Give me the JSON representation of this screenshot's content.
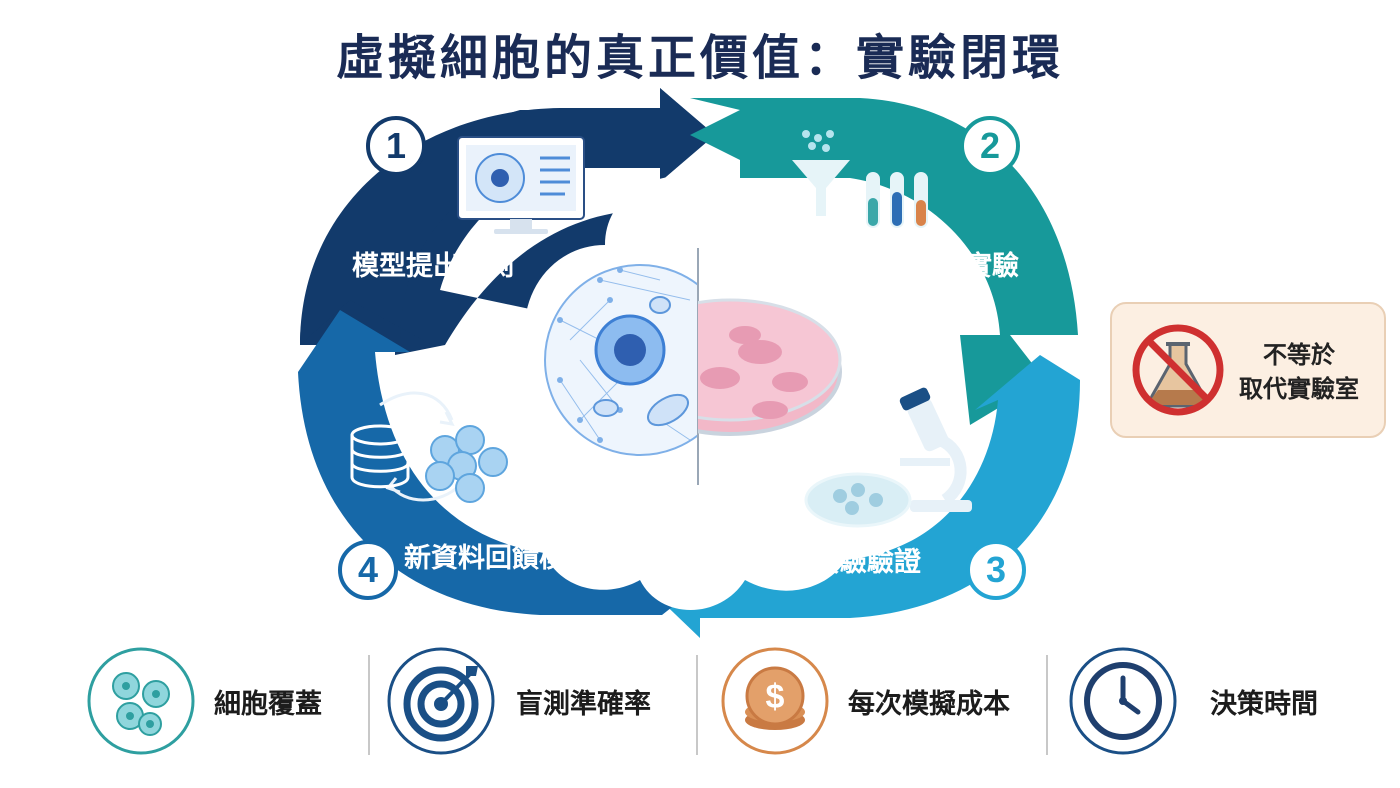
{
  "title": "虛擬細胞的真正價值：實驗閉環",
  "steps": [
    {
      "number": "1",
      "label": "模型提出預測"
    },
    {
      "number": "2",
      "label": "挑出高價值實驗"
    },
    {
      "number": "3",
      "label": "濕實驗驗證"
    },
    {
      "number": "4",
      "label": "新資料回饋模型"
    }
  ],
  "callout": {
    "line1": "不等於",
    "line2": "取代實驗室"
  },
  "metrics": [
    {
      "label": "細胞覆蓋",
      "icon": "cells-icon"
    },
    {
      "label": "盲測準確率",
      "icon": "target-icon"
    },
    {
      "label": "每次模擬成本",
      "icon": "dollar-coin-icon"
    },
    {
      "label": "決策時間",
      "icon": "clock-icon"
    }
  ],
  "colors": {
    "title": "#1a2b55",
    "step1": "#123a6b",
    "step2": "#17999a",
    "step3": "#23a4d3",
    "step4": "#1668a8"
  }
}
